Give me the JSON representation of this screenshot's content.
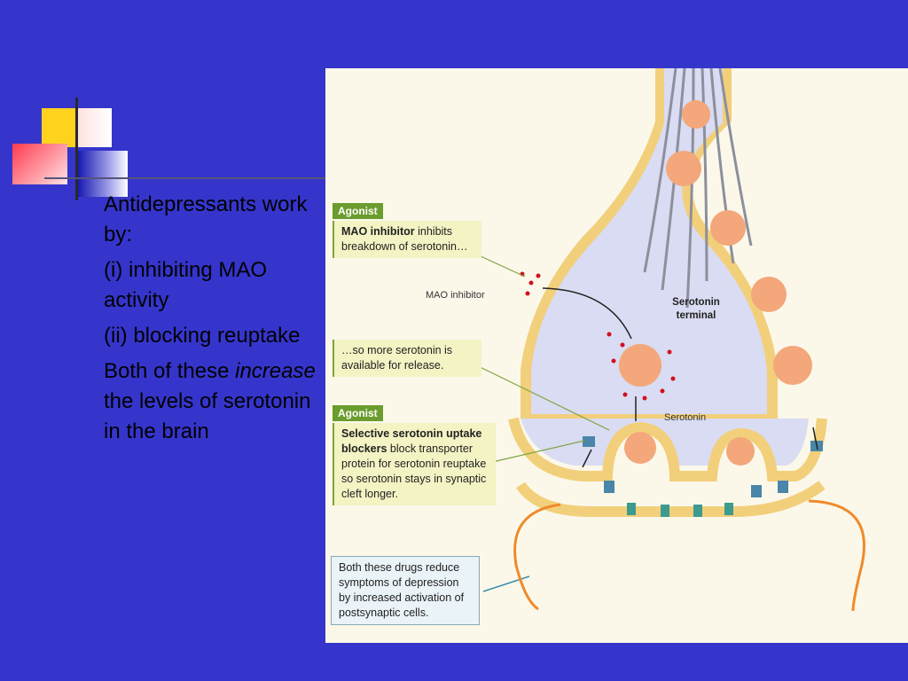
{
  "slide": {
    "bullets": {
      "b1": "Antidepressants work by:",
      "b2": "(i) inhibiting MAO activity",
      "b3": "(ii) blocking reuptake",
      "b4_pre": "Both of these",
      "b4_em": "increase",
      "b4_post": "the levels of serotonin in the brain"
    }
  },
  "figure": {
    "tag1": "Agonist",
    "box1_title": "MAO inhibitor",
    "box1_text": "inhibits breakdown of serotonin…",
    "mao_label": "MAO inhibitor",
    "terminal_label": "Serotonin terminal",
    "box2_text": "…so more serotonin is available for release.",
    "tag2": "Agonist",
    "serotonin_label": "Serotonin",
    "box3_title": "Selective serotonin uptake blockers",
    "box3_text": "block transporter protein for serotonin reuptake so serotonin stays in synaptic cleft longer.",
    "box4_text": "Both these drugs reduce symptoms of depression by increased activation of postsynaptic cells."
  },
  "colors": {
    "background": "#3535cc",
    "neuron_fill": "#d9dcf2",
    "membrane": "#f2cf7a",
    "vesicle": "#f3a77a",
    "tag": "#6b9c2e",
    "arrow_orange": "#f08a2a"
  }
}
